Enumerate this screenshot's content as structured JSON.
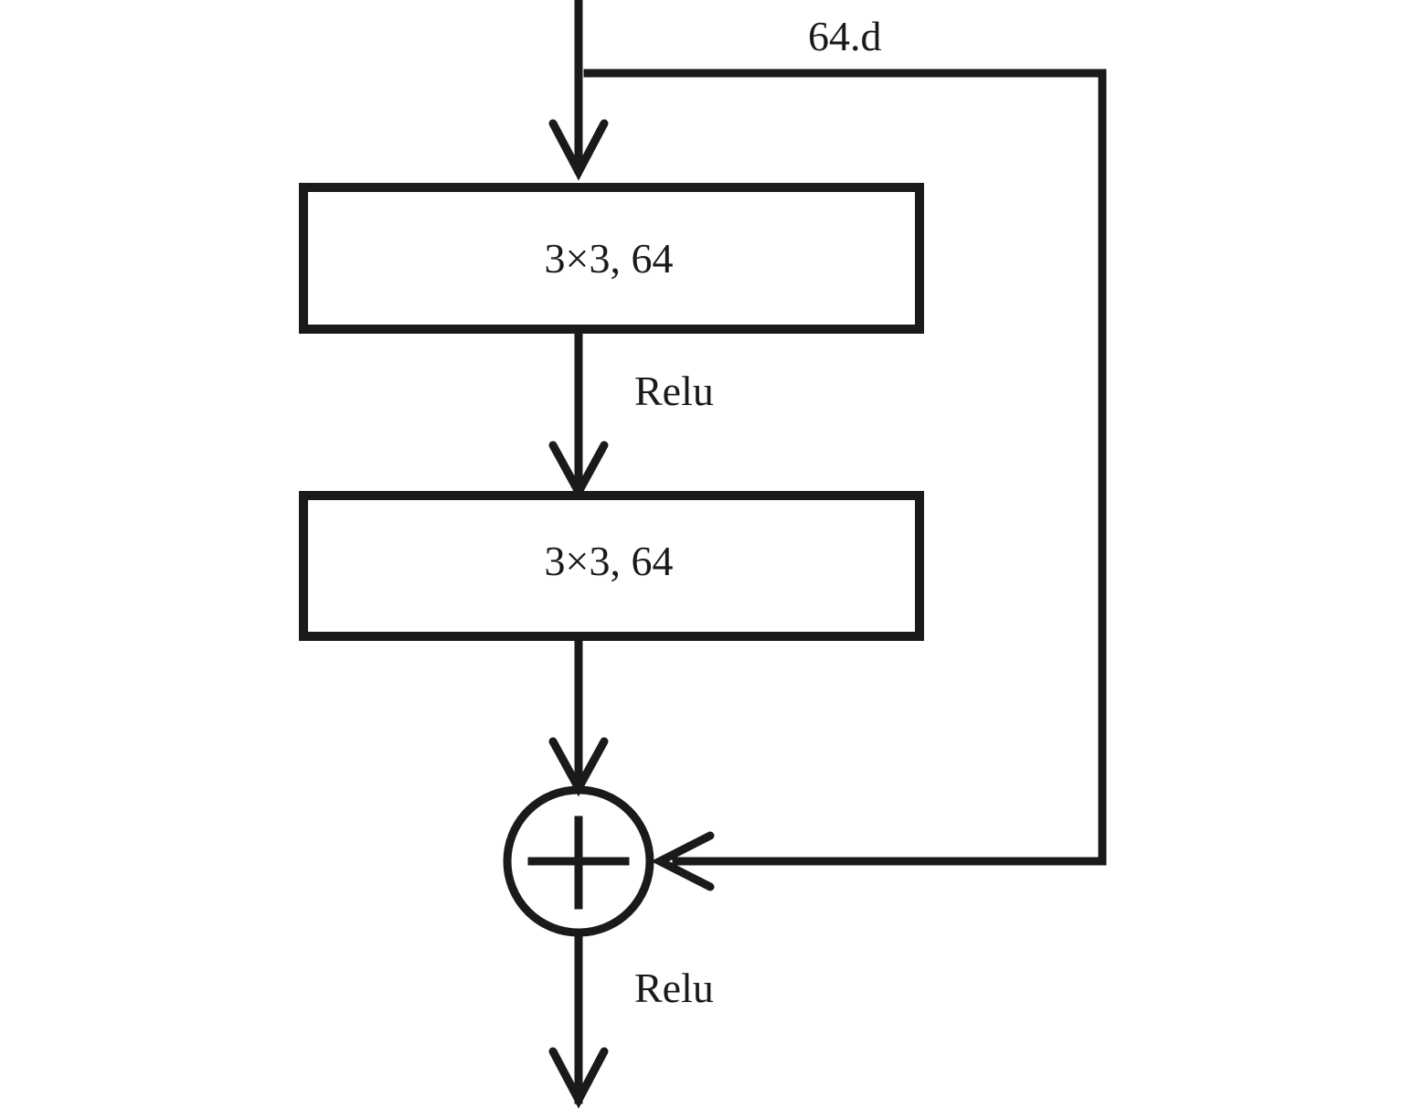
{
  "diagram": {
    "skip_label": "64.d",
    "block1_label": "3×3, 64",
    "relu1_label": "Relu",
    "block2_label": "3×3, 64",
    "relu2_label": "Relu",
    "sum_symbol": "plus-circle"
  }
}
